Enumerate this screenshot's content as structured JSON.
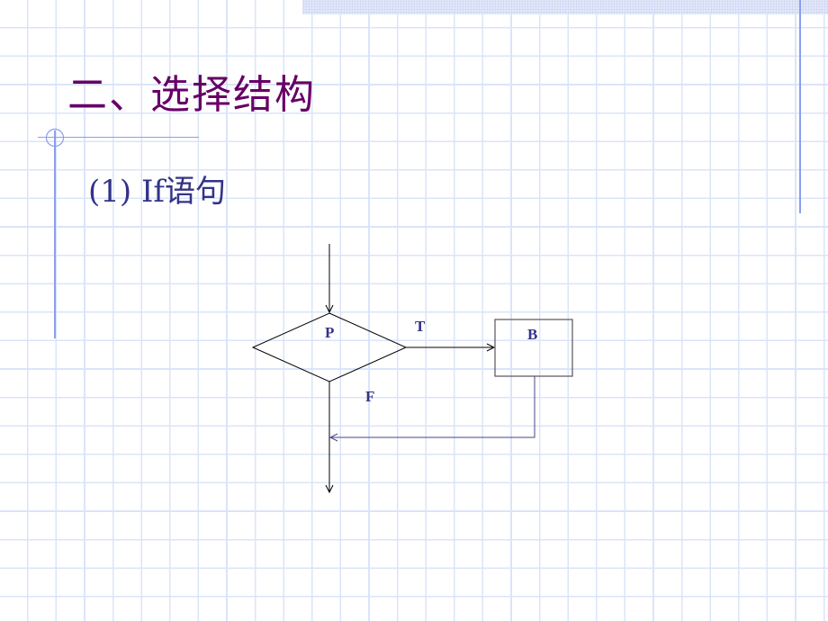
{
  "slide": {
    "title": "二、选择结构",
    "subtitle": "(1) If语句"
  },
  "flowchart": {
    "decision": {
      "label": "P"
    },
    "process": {
      "label": "B"
    },
    "true_branch_label": "T",
    "false_branch_label": "F"
  },
  "colors": {
    "title": "#660066",
    "subtitle": "#333388",
    "labels": "#333388",
    "accent_lines": "#8a9ef0",
    "grid": "#dbe4f8",
    "return_arrow": "#444488"
  }
}
